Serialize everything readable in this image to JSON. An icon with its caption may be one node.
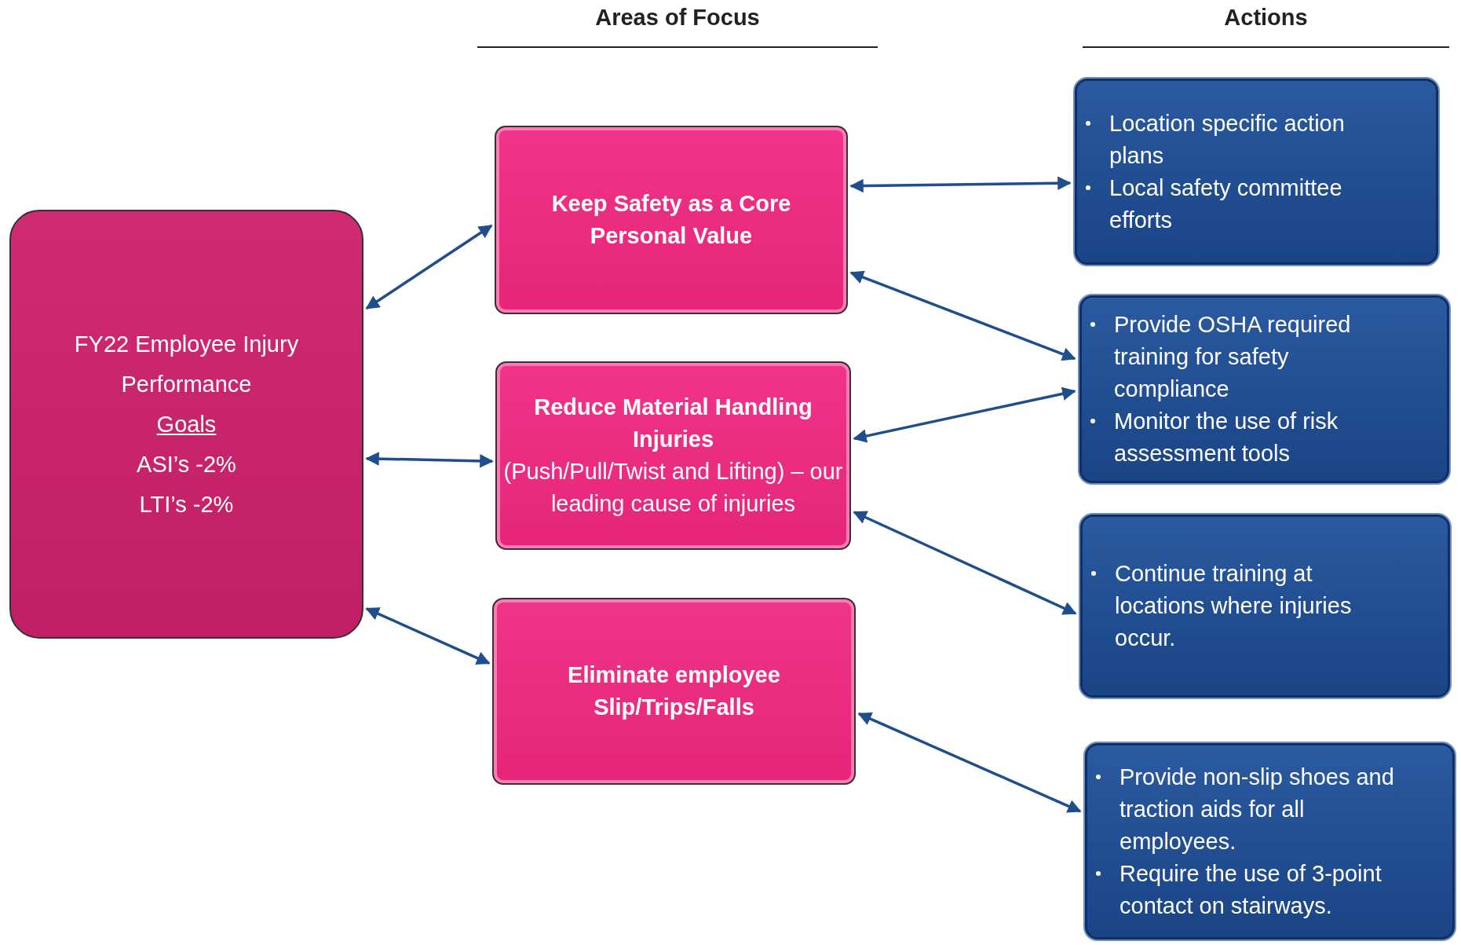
{
  "diagram": {
    "nodes": [
      {
        "text": [
          "FY22 Employee Injury Performance",
          "Goals",
          "ASI’s -2%",
          "LTI’s -2%"
        ]
      },
      {
        "text": [
          "Keep Safety as a Core Personal Value"
        ]
      },
      {
        "text": [
          "Reduce Material Handling Injuries",
          "(Push/Pull/Twist and Lifting) – our leading cause of injuries"
        ]
      },
      {
        "text": [
          "Eliminate employee Slip/Trips/Falls"
        ]
      },
      {
        "text": [
          "Location specific action plans",
          "Local safety committee efforts"
        ]
      },
      {
        "text": [
          "Provide OSHA required training for safety compliance",
          "Monitor the use of risk assessment tools"
        ]
      },
      {
        "text": [
          "Continue training at locations where injuries occur."
        ]
      },
      {
        "text": [
          "Provide non-slip shoes and traction aids for all employees.",
          "Require the use of 3-point contact on stairways."
        ]
      }
    ],
    "edges": [
      {
        "from": 0,
        "to": 1,
        "arrow": "both"
      },
      {
        "from": 0,
        "to": 2,
        "arrow": "both"
      },
      {
        "from": 0,
        "to": 3,
        "arrow": "both"
      },
      {
        "from": 1,
        "to": 4,
        "arrow": "both"
      },
      {
        "from": 1,
        "to": 5,
        "arrow": "both"
      },
      {
        "from": 2,
        "to": 5,
        "arrow": "both"
      },
      {
        "from": 2,
        "to": 6,
        "arrow": "both"
      },
      {
        "from": 3,
        "to": 7,
        "arrow": "both"
      }
    ],
    "labels": [
      "Areas of Focus",
      "Actions"
    ]
  }
}
